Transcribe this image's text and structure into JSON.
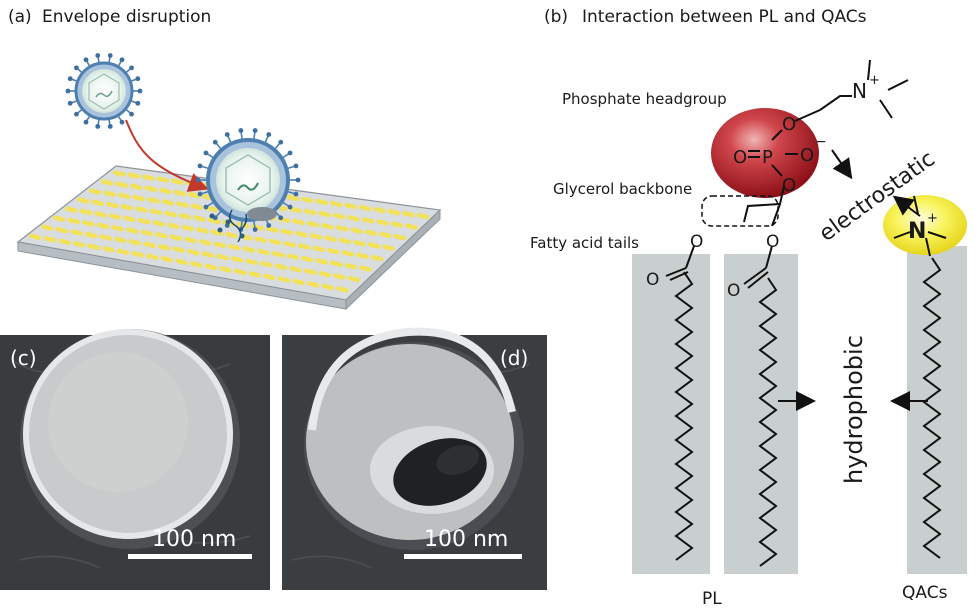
{
  "panel_a": {
    "label": "(a)",
    "title": "Envelope disruption"
  },
  "panel_b": {
    "label": "(b)",
    "title": "Interaction between PL and QACs",
    "labels": {
      "phosphate_headgroup": "Phosphate headgroup",
      "glycerol_backbone": "Glycerol backbone",
      "fatty_acid_tails": "Fatty acid tails",
      "electrostatic": "electrostatic",
      "hydrophobic": "hydrophobic",
      "pl": "PL",
      "qacs": "QACs"
    }
  },
  "panel_c": {
    "label": "(c)",
    "scale": "100 nm"
  },
  "panel_d": {
    "label": "(d)",
    "scale": "100 nm"
  },
  "colors": {
    "membrane_yellow": "#f1e25a",
    "headgroup_red": "#a51820",
    "qac_yellow": "#f6f03a",
    "tail_gray": "#c8cfce",
    "virus_blue": "#4d7fb0",
    "arrow_red": "#c0392b"
  }
}
